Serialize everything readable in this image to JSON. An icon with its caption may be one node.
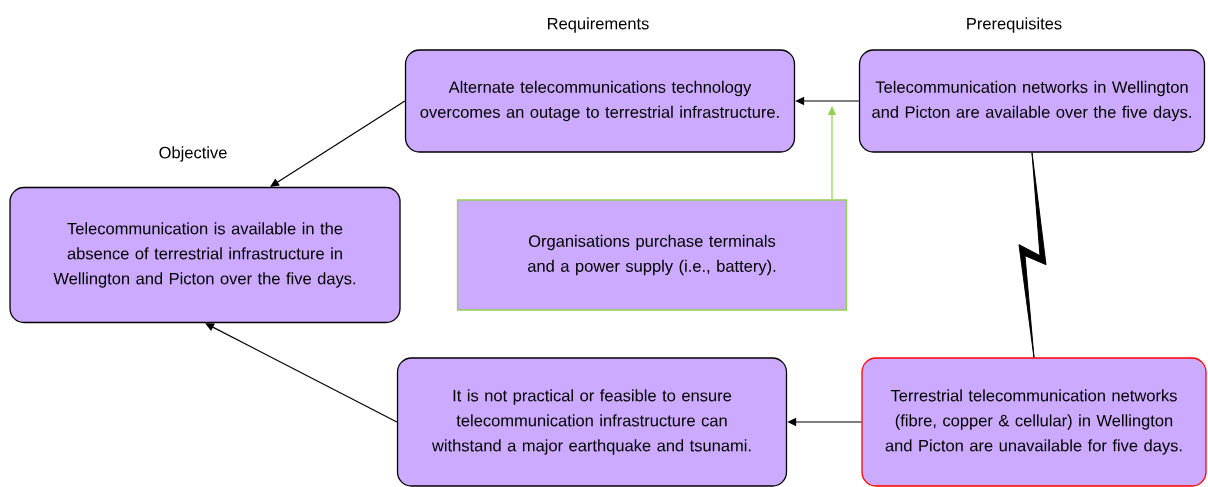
{
  "diagram": {
    "nodes": [
      {
        "text": [
          "Objective",
          "Telecommunication is available in the absence of terrestrial infrastructure in Wellington and Picton over the five days."
        ]
      },
      {
        "text": [
          "Requirements",
          "Alternate telecommunications technology overcomes an outage to terrestrial infrastructure."
        ]
      },
      {
        "text": [
          "Prerequisites",
          "Telecommunication networks in Wellington and Picton are available over the five days."
        ]
      },
      {
        "text": [
          "Organisations purchase terminals and a power supply (i.e., battery)."
        ]
      },
      {
        "text": [
          "It is not practical or feasible to ensure telecommunication infrastructure can withstand a major earthquake and tsunami."
        ]
      },
      {
        "text": [
          "Terrestrial telecommunication networks (fibre, copper & cellular) in Wellington and Picton are unavailable for five days."
        ]
      }
    ],
    "edges": [
      {
        "from": 1,
        "to": 0,
        "arrow": "to"
      },
      {
        "from": 4,
        "to": 0,
        "arrow": "to"
      },
      {
        "from": 2,
        "to": 1,
        "arrow": "to"
      },
      {
        "from": 3,
        "to": null,
        "arrow": "to",
        "color": "#92d050"
      },
      {
        "from": 5,
        "to": 4,
        "arrow": "to"
      },
      {
        "from": 2,
        "to": 5,
        "arrow": "none"
      }
    ]
  }
}
